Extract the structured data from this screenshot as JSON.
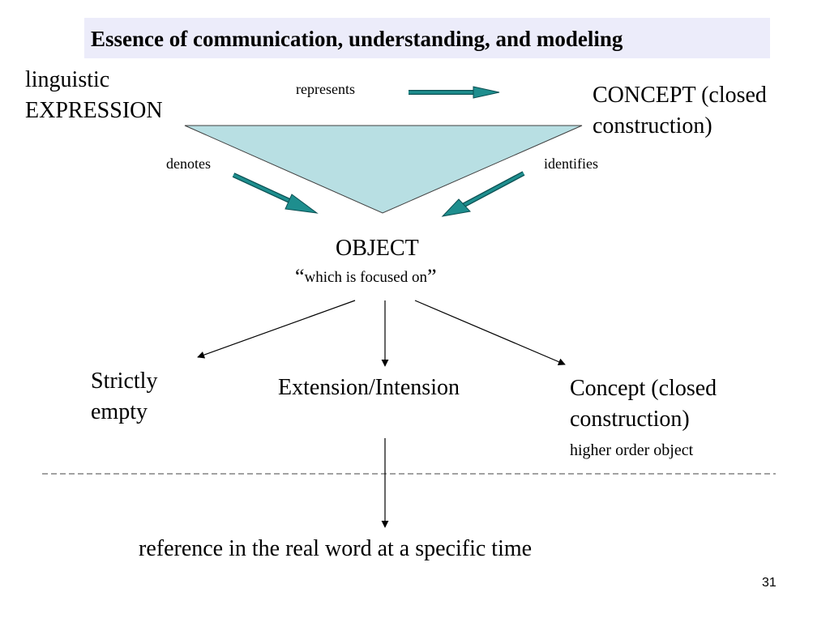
{
  "slide": {
    "title": "Essence of communication, understanding, and modeling",
    "expression_line1": "linguistic",
    "expression_line2": "EXPRESSION",
    "concept_line1": "CONCEPT (closed",
    "concept_line2": "construction)",
    "represents_label": "represents",
    "denotes_label": "denotes",
    "identifies_label": "identifies",
    "object_label": "OBJECT",
    "object_quote_open": "“",
    "object_quote_text": "which is focused on",
    "object_quote_close": "”",
    "branch_empty_line1": "Strictly",
    "branch_empty_line2": "empty",
    "branch_extension": "Extension/Intension",
    "branch_concept_line1": "Concept (closed",
    "branch_concept_line2": "construction)",
    "branch_concept_line3": "higher order object",
    "reference_text": "reference in the real word at a specific time",
    "page_number": "31"
  },
  "colors": {
    "title_background": "#ececfa",
    "triangle_fill": "#b8dfe3",
    "triangle_stroke": "#404040",
    "teal_arrow": "#1e8e8e",
    "teal_arrow_outline": "#0b4f52",
    "line": "#000000"
  }
}
